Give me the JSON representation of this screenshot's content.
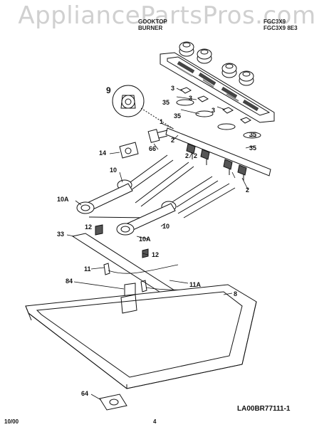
{
  "watermark": "AppliancePartsPros.com",
  "header": {
    "line1": "GOOKTOP",
    "line2": "BURNER",
    "model_line1": "FGC3X9",
    "model_line2": "FGC3X9 8E3"
  },
  "callouts": {
    "c9": "9",
    "c3a": "3",
    "c3b": "3",
    "c35a": "35",
    "c35b": "35",
    "c3c": "3",
    "c1": "1",
    "c2a": "2",
    "c66": "66",
    "c14": "14",
    "c2b": "2",
    "c2c": "2",
    "c35c": "35",
    "c35d": "35",
    "c2d": "2",
    "c10a": "10",
    "c10A_a": "10A",
    "c12a": "12",
    "c10b": "10",
    "c33": "33",
    "c10A_b": "10A",
    "c12b": "12",
    "c11": "11",
    "c84": "84",
    "c11A": "11A",
    "c8": "8",
    "c64": "64"
  },
  "footer": {
    "date": "10/00",
    "page": "4",
    "code": "LA00BR77111-1"
  }
}
